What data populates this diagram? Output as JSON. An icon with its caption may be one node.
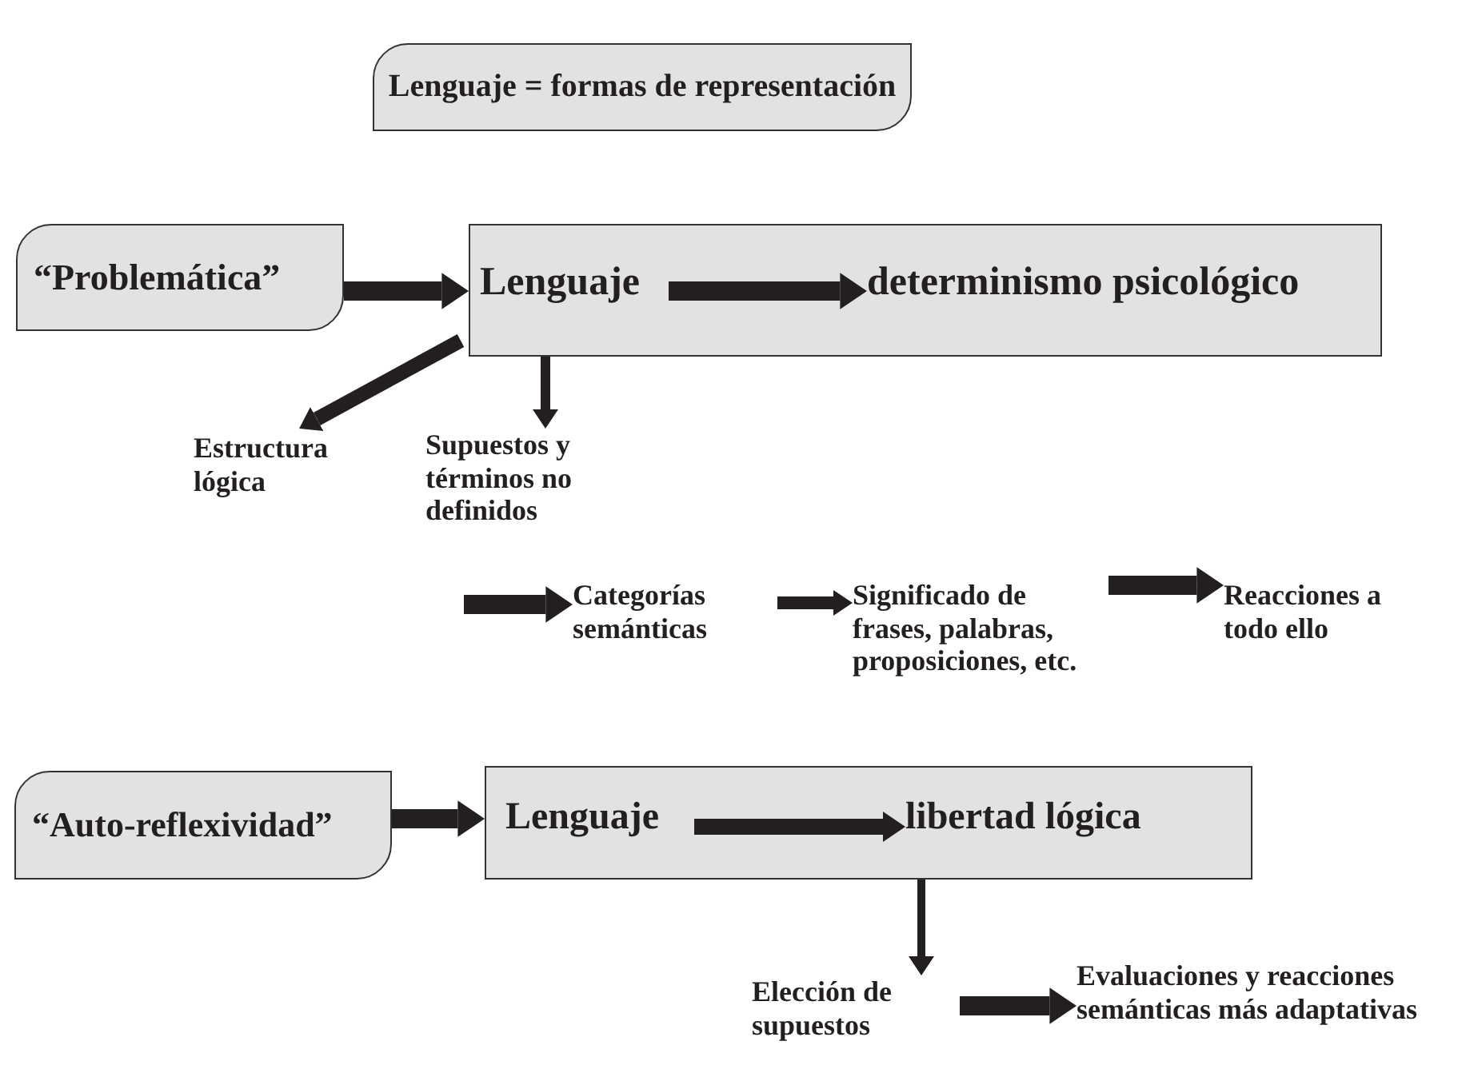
{
  "diagram": {
    "nodes": [
      {
        "text": [
          "Lenguaje = formas de representación"
        ]
      },
      {
        "text": [
          "“Problemática”"
        ]
      },
      {
        "text": [],
        "shape": "box"
      },
      {
        "text": [
          "Lenguaje"
        ],
        "in": 2
      },
      {
        "text": [
          "determinismo psicológico"
        ],
        "in": 2
      },
      {
        "text": [
          "Estructura lógica"
        ]
      },
      {
        "text": [
          "Supuestos y términos no definidos"
        ]
      },
      {
        "text": [
          "Categorías semánticas"
        ]
      },
      {
        "text": [
          "Significado de frases, palabras, proposiciones, etc."
        ]
      },
      {
        "text": [
          "Reacciones a todo ello"
        ]
      },
      {
        "text": [
          "“Auto-reflexividad”"
        ]
      },
      {
        "text": [],
        "shape": "box"
      },
      {
        "text": [
          "Lenguaje"
        ],
        "in": 11
      },
      {
        "text": [
          "libertad lógica"
        ],
        "in": 11
      },
      {
        "text": [
          "Elección de supuestos"
        ]
      },
      {
        "text": [
          "Evaluaciones y reacciones semánticas más adaptativas"
        ]
      }
    ],
    "edges": [
      {
        "from": 1,
        "to": 2,
        "arrow": "to"
      },
      {
        "from": 3,
        "to": 4,
        "arrow": "to"
      },
      {
        "from": 2,
        "to": 5,
        "arrow": "to"
      },
      {
        "from": 2,
        "to": 6,
        "arrow": "to"
      },
      {
        "from": null,
        "to": 7,
        "arrow": "to"
      },
      {
        "from": 7,
        "to": 8,
        "arrow": "to"
      },
      {
        "from": 8,
        "to": 9,
        "arrow": "to"
      },
      {
        "from": 10,
        "to": 11,
        "arrow": "to"
      },
      {
        "from": 12,
        "to": 13,
        "arrow": "to"
      },
      {
        "from": 11,
        "to": 14,
        "arrow": "to"
      },
      {
        "from": 14,
        "to": 15,
        "arrow": "to"
      }
    ]
  }
}
